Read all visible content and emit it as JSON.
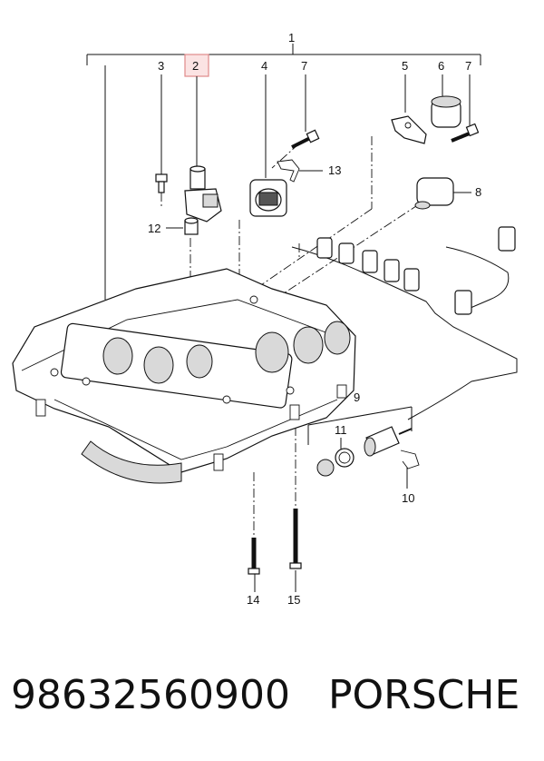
{
  "callouts": {
    "c1": "1",
    "c2": "2",
    "c3": "3",
    "c4": "4",
    "c5": "5",
    "c6": "6",
    "c7a": "7",
    "c7b": "7",
    "c8": "8",
    "c9": "9",
    "c10": "10",
    "c11": "11",
    "c12": "12",
    "c13": "13",
    "c14": "14",
    "c15": "15"
  },
  "highlighted_callout": "2",
  "highlight_color": "#fbe3e3",
  "footer": {
    "part_number": "98632560900",
    "brand": "PORSCHE"
  }
}
